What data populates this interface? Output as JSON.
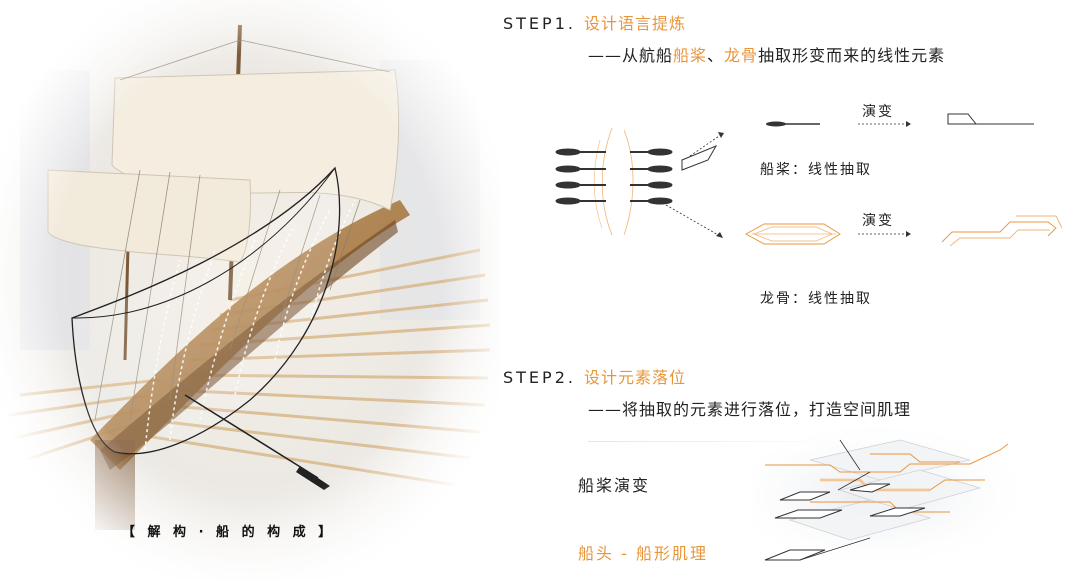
{
  "ship": {
    "caption": "【 解 构 · 船 的 构 成 】"
  },
  "step1": {
    "label": "STEP1.",
    "title": "设计语言提炼",
    "sub_prefix": "——从航船",
    "sub_highlight1": "船桨",
    "sub_sep": "、",
    "sub_highlight2": "龙骨",
    "sub_suffix": "抽取形变而来的线性元素",
    "evolve_label_1": "演变",
    "evolve_label_2": "演变",
    "oar_caption": "船桨：线性抽取",
    "keel_caption": "龙骨：线性抽取"
  },
  "step2": {
    "label": "STEP2.",
    "title": "设计元素落位",
    "sub": "——将抽取的元素进行落位，打造空间肌理",
    "oar_evolve": "船桨演变",
    "bow_texture": "船头 - 船形肌理"
  },
  "colors": {
    "accent": "#E8963C",
    "text": "#222222",
    "line": "#111111"
  }
}
